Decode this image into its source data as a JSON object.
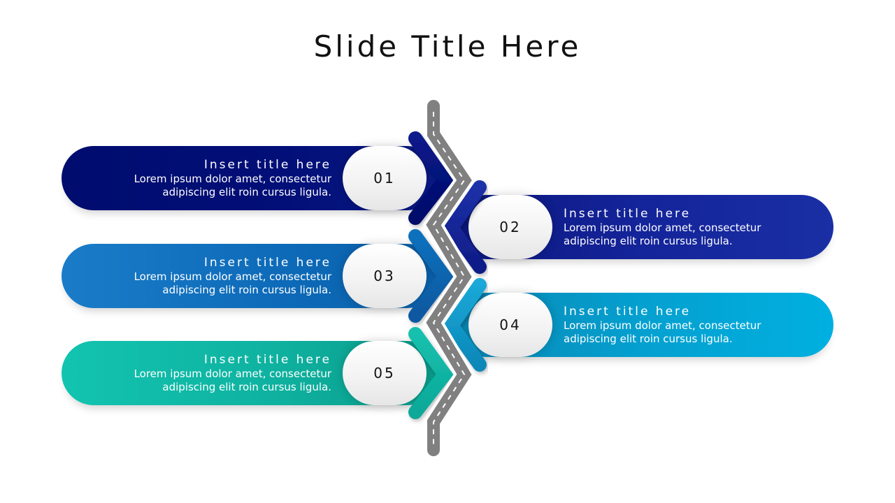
{
  "slide": {
    "title": "Slide Title Here"
  },
  "steps": [
    {
      "number": "01",
      "title": "Insert title here",
      "line1": "Lorem ipsum dolor amet, consectetur",
      "line2": "adipiscing elit roin cursus ligula.",
      "side": "left",
      "color_start": "#000c6e",
      "color_end": "#0a1a85"
    },
    {
      "number": "02",
      "title": "Insert title here",
      "line1": "Lorem ipsum dolor amet, consectetur",
      "line2": "adipiscing elit roin cursus ligula.",
      "side": "right",
      "color_start": "#101f8c",
      "color_end": "#1a2fa5"
    },
    {
      "number": "03",
      "title": "Insert title here",
      "line1": "Lorem ipsum dolor amet, consectetur",
      "line2": "adipiscing elit roin cursus ligula.",
      "side": "left",
      "color_start": "#1a7cc8",
      "color_end": "#0a5fa8"
    },
    {
      "number": "04",
      "title": "Insert title here",
      "line1": "Lorem ipsum dolor amet, consectetur",
      "line2": "adipiscing elit roin cursus ligula.",
      "side": "right",
      "color_start": "#0a8fba",
      "color_end": "#00b0e0"
    },
    {
      "number": "05",
      "title": "Insert title here",
      "line1": "Lorem ipsum dolor amet, consectetur",
      "line2": "adipiscing elit roin cursus ligula.",
      "side": "left",
      "color_start": "#12c4b0",
      "color_end": "#0a9a8a"
    }
  ],
  "road": {
    "color": "#808080",
    "dash_color": "#ffffff"
  }
}
